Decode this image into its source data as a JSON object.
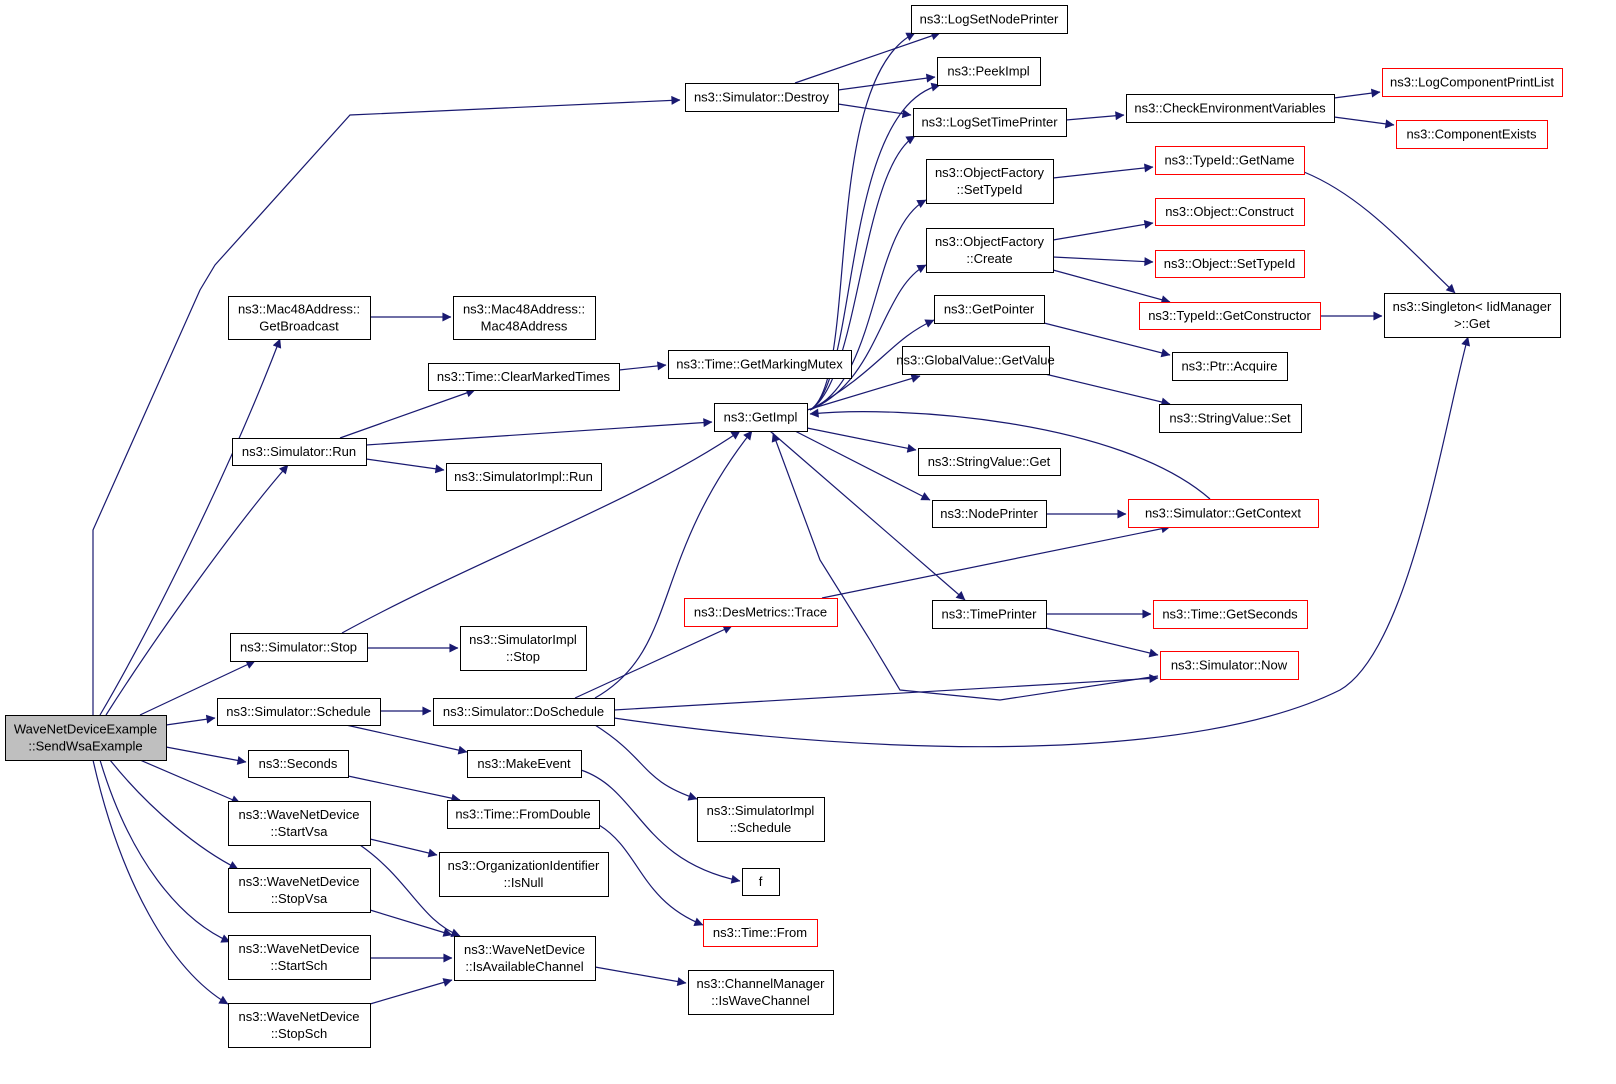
{
  "graph": {
    "colors": {
      "edge": "#191970",
      "node_border": "#000000",
      "node_border_external": "#ff0000",
      "root_fill": "#bfbfbf",
      "node_fill": "#ffffff"
    },
    "nodes": [
      {
        "id": "root",
        "lines": [
          "WaveNetDeviceExample",
          "::SendWsaExample"
        ],
        "style": "root"
      },
      {
        "id": "destroy",
        "lines": [
          "ns3::Simulator::Destroy"
        ],
        "style": "normal"
      },
      {
        "id": "mac48bc",
        "lines": [
          "ns3::Mac48Address::",
          "GetBroadcast"
        ],
        "style": "normal"
      },
      {
        "id": "mac48ctor",
        "lines": [
          "ns3::Mac48Address::",
          "Mac48Address"
        ],
        "style": "normal"
      },
      {
        "id": "clearmarked",
        "lines": [
          "ns3::Time::ClearMarkedTimes"
        ],
        "style": "normal"
      },
      {
        "id": "markingmutex",
        "lines": [
          "ns3::Time::GetMarkingMutex"
        ],
        "style": "normal"
      },
      {
        "id": "simrun",
        "lines": [
          "ns3::Simulator::Run"
        ],
        "style": "normal"
      },
      {
        "id": "implrun",
        "lines": [
          "ns3::SimulatorImpl::Run"
        ],
        "style": "normal"
      },
      {
        "id": "getimpl",
        "lines": [
          "ns3::GetImpl"
        ],
        "style": "normal"
      },
      {
        "id": "simstop",
        "lines": [
          "ns3::Simulator::Stop"
        ],
        "style": "normal"
      },
      {
        "id": "implstop",
        "lines": [
          "ns3::SimulatorImpl",
          "::Stop"
        ],
        "style": "normal"
      },
      {
        "id": "simschedule",
        "lines": [
          "ns3::Simulator::Schedule"
        ],
        "style": "normal"
      },
      {
        "id": "doschedule",
        "lines": [
          "ns3::Simulator::DoSchedule"
        ],
        "style": "normal"
      },
      {
        "id": "seconds",
        "lines": [
          "ns3::Seconds"
        ],
        "style": "normal"
      },
      {
        "id": "makeevent",
        "lines": [
          "ns3::MakeEvent"
        ],
        "style": "normal"
      },
      {
        "id": "fromdouble",
        "lines": [
          "ns3::Time::FromDouble"
        ],
        "style": "normal"
      },
      {
        "id": "implschedule",
        "lines": [
          "ns3::SimulatorImpl",
          "::Schedule"
        ],
        "style": "normal"
      },
      {
        "id": "f",
        "lines": [
          "f"
        ],
        "style": "normal"
      },
      {
        "id": "timefrom",
        "lines": [
          "ns3::Time::From"
        ],
        "style": "external"
      },
      {
        "id": "startvsa",
        "lines": [
          "ns3::WaveNetDevice",
          "::StartVsa"
        ],
        "style": "normal"
      },
      {
        "id": "stopvsa",
        "lines": [
          "ns3::WaveNetDevice",
          "::StopVsa"
        ],
        "style": "normal"
      },
      {
        "id": "startsch",
        "lines": [
          "ns3::WaveNetDevice",
          "::StartSch"
        ],
        "style": "normal"
      },
      {
        "id": "stopsch",
        "lines": [
          "ns3::WaveNetDevice",
          "::StopSch"
        ],
        "style": "normal"
      },
      {
        "id": "orgnull",
        "lines": [
          "ns3::OrganizationIdentifier",
          "::IsNull"
        ],
        "style": "normal"
      },
      {
        "id": "isavail",
        "lines": [
          "ns3::WaveNetDevice",
          "::IsAvailableChannel"
        ],
        "style": "normal"
      },
      {
        "id": "iswave",
        "lines": [
          "ns3::ChannelManager",
          "::IsWaveChannel"
        ],
        "style": "normal"
      },
      {
        "id": "logsetnode",
        "lines": [
          "ns3::LogSetNodePrinter"
        ],
        "style": "normal"
      },
      {
        "id": "peekimpl",
        "lines": [
          "ns3::PeekImpl"
        ],
        "style": "normal"
      },
      {
        "id": "logsettime",
        "lines": [
          "ns3::LogSetTimePrinter"
        ],
        "style": "normal"
      },
      {
        "id": "checkenv",
        "lines": [
          "ns3::CheckEnvironmentVariables"
        ],
        "style": "normal"
      },
      {
        "id": "logcomplist",
        "lines": [
          "ns3::LogComponentPrintList"
        ],
        "style": "external"
      },
      {
        "id": "compexists",
        "lines": [
          "ns3::ComponentExists"
        ],
        "style": "external"
      },
      {
        "id": "ofsettypeid",
        "lines": [
          "ns3::ObjectFactory",
          "::SetTypeId"
        ],
        "style": "normal"
      },
      {
        "id": "typeidgetname",
        "lines": [
          "ns3::TypeId::GetName"
        ],
        "style": "external"
      },
      {
        "id": "ofcreate",
        "lines": [
          "ns3::ObjectFactory",
          "::Create"
        ],
        "style": "normal"
      },
      {
        "id": "objconstruct",
        "lines": [
          "ns3::Object::Construct"
        ],
        "style": "external"
      },
      {
        "id": "objsettypeid",
        "lines": [
          "ns3::Object::SetTypeId"
        ],
        "style": "external"
      },
      {
        "id": "getconstructor",
        "lines": [
          "ns3::TypeId::GetConstructor"
        ],
        "style": "external"
      },
      {
        "id": "singleton",
        "lines": [
          "ns3::Singleton< IidManager",
          " >::Get"
        ],
        "style": "normal"
      },
      {
        "id": "getpointer",
        "lines": [
          "ns3::GetPointer"
        ],
        "style": "normal"
      },
      {
        "id": "ptracquire",
        "lines": [
          "ns3::Ptr::Acquire"
        ],
        "style": "normal"
      },
      {
        "id": "gvgetvalue",
        "lines": [
          "ns3::GlobalValue::GetValue"
        ],
        "style": "normal"
      },
      {
        "id": "svset",
        "lines": [
          "ns3::StringValue::Set"
        ],
        "style": "normal"
      },
      {
        "id": "svget",
        "lines": [
          "ns3::StringValue::Get"
        ],
        "style": "normal"
      },
      {
        "id": "nodeprinter",
        "lines": [
          "ns3::NodePrinter"
        ],
        "style": "normal"
      },
      {
        "id": "getcontext",
        "lines": [
          "ns3::Simulator::GetContext"
        ],
        "style": "external"
      },
      {
        "id": "destrace",
        "lines": [
          "ns3::DesMetrics::Trace"
        ],
        "style": "external"
      },
      {
        "id": "timeprinter",
        "lines": [
          "ns3::TimePrinter"
        ],
        "style": "normal"
      },
      {
        "id": "getseconds",
        "lines": [
          "ns3::Time::GetSeconds"
        ],
        "style": "external"
      },
      {
        "id": "simnow",
        "lines": [
          "ns3::Simulator::Now"
        ],
        "style": "external"
      }
    ],
    "edges": [
      [
        "root",
        "destroy"
      ],
      [
        "root",
        "mac48bc"
      ],
      [
        "root",
        "simrun"
      ],
      [
        "root",
        "simstop"
      ],
      [
        "root",
        "simschedule"
      ],
      [
        "root",
        "seconds"
      ],
      [
        "root",
        "startvsa"
      ],
      [
        "root",
        "stopvsa"
      ],
      [
        "root",
        "startsch"
      ],
      [
        "root",
        "stopsch"
      ],
      [
        "destroy",
        "logsetnode"
      ],
      [
        "destroy",
        "peekimpl"
      ],
      [
        "destroy",
        "logsettime"
      ],
      [
        "mac48bc",
        "mac48ctor"
      ],
      [
        "clearmarked",
        "markingmutex"
      ],
      [
        "simrun",
        "clearmarked"
      ],
      [
        "simrun",
        "getimpl"
      ],
      [
        "simrun",
        "implrun"
      ],
      [
        "simstop",
        "getimpl"
      ],
      [
        "simstop",
        "implstop"
      ],
      [
        "simschedule",
        "doschedule"
      ],
      [
        "simschedule",
        "makeevent"
      ],
      [
        "doschedule",
        "getimpl"
      ],
      [
        "doschedule",
        "destrace"
      ],
      [
        "doschedule",
        "simnow"
      ],
      [
        "doschedule",
        "implschedule"
      ],
      [
        "doschedule",
        "singleton"
      ],
      [
        "seconds",
        "fromdouble"
      ],
      [
        "makeevent",
        "f"
      ],
      [
        "fromdouble",
        "timefrom"
      ],
      [
        "startvsa",
        "orgnull"
      ],
      [
        "startvsa",
        "isavail"
      ],
      [
        "stopvsa",
        "isavail"
      ],
      [
        "startsch",
        "isavail"
      ],
      [
        "stopsch",
        "isavail"
      ],
      [
        "isavail",
        "iswave"
      ],
      [
        "getimpl",
        "logsetnode"
      ],
      [
        "getimpl",
        "peekimpl"
      ],
      [
        "getimpl",
        "logsettime"
      ],
      [
        "getimpl",
        "ofsettypeid"
      ],
      [
        "getimpl",
        "ofcreate"
      ],
      [
        "getimpl",
        "getpointer"
      ],
      [
        "getimpl",
        "gvgetvalue"
      ],
      [
        "getimpl",
        "svget"
      ],
      [
        "getimpl",
        "nodeprinter"
      ],
      [
        "getimpl",
        "timeprinter"
      ],
      [
        "logsettime",
        "checkenv"
      ],
      [
        "checkenv",
        "logcomplist"
      ],
      [
        "checkenv",
        "compexists"
      ],
      [
        "ofsettypeid",
        "typeidgetname"
      ],
      [
        "typeidgetname",
        "singleton"
      ],
      [
        "ofcreate",
        "objconstruct"
      ],
      [
        "ofcreate",
        "objsettypeid"
      ],
      [
        "ofcreate",
        "getconstructor"
      ],
      [
        "getconstructor",
        "singleton"
      ],
      [
        "getpointer",
        "ptracquire"
      ],
      [
        "gvgetvalue",
        "svset"
      ],
      [
        "nodeprinter",
        "getcontext"
      ],
      [
        "getcontext",
        "getimpl"
      ],
      [
        "destrace",
        "getcontext"
      ],
      [
        "timeprinter",
        "getseconds"
      ],
      [
        "timeprinter",
        "simnow"
      ],
      [
        "simnow",
        "getimpl"
      ]
    ]
  }
}
